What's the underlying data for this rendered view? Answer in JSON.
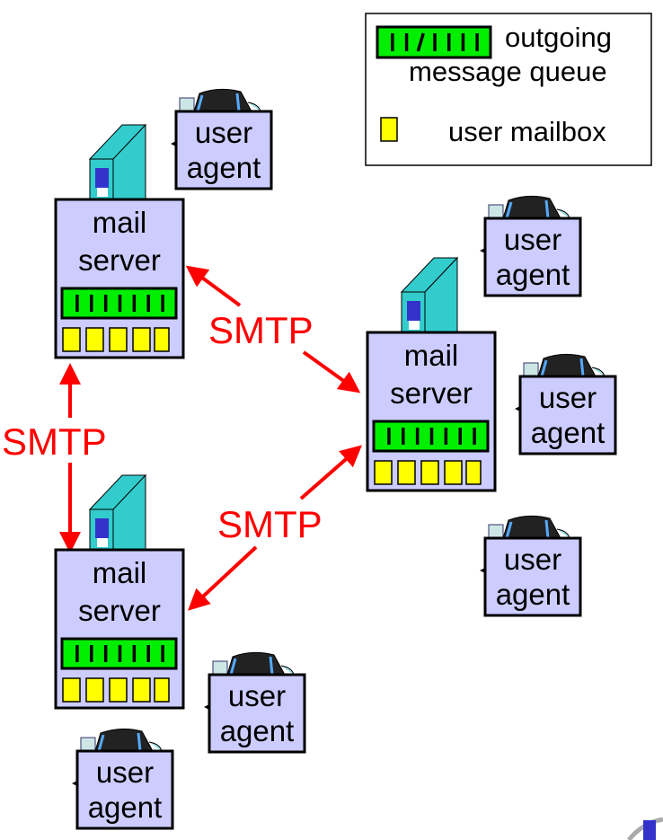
{
  "diagram": {
    "title": "Electronic mail: mail servers, user agents and SMTP",
    "colors": {
      "server_fill": "#ccccff",
      "queue_fill": "#00ee00",
      "mailbox_fill": "#ffff00",
      "smtp_red": "#ff0000",
      "tower_teal": "#33cccc",
      "tower_blue": "#3333cc"
    },
    "legend": {
      "queue_label_line1": "outgoing",
      "queue_label_line2": "message queue",
      "mailbox_label": "user mailbox"
    },
    "mail_servers": [
      {
        "id": "server-top-left",
        "line1": "mail",
        "line2": "server",
        "queue_slots": 7,
        "mailboxes": 5
      },
      {
        "id": "server-right",
        "line1": "mail",
        "line2": "server",
        "queue_slots": 7,
        "mailboxes": 5
      },
      {
        "id": "server-bottom-left",
        "line1": "mail",
        "line2": "server",
        "queue_slots": 7,
        "mailboxes": 5
      }
    ],
    "user_agents": [
      {
        "id": "ua-1",
        "line1": "user",
        "line2": "agent",
        "server": "server-top-left"
      },
      {
        "id": "ua-2",
        "line1": "user",
        "line2": "agent",
        "server": "server-right"
      },
      {
        "id": "ua-3",
        "line1": "user",
        "line2": "agent",
        "server": "server-right"
      },
      {
        "id": "ua-4",
        "line1": "user",
        "line2": "agent",
        "server": "server-right"
      },
      {
        "id": "ua-5",
        "line1": "user",
        "line2": "agent",
        "server": "server-bottom-left"
      },
      {
        "id": "ua-6",
        "line1": "user",
        "line2": "agent",
        "server": "server-bottom-left"
      }
    ],
    "links": [
      {
        "from": "server-top-left",
        "to": "server-right",
        "label": "SMTP"
      },
      {
        "from": "server-top-left",
        "to": "server-bottom-left",
        "label": "SMTP"
      },
      {
        "from": "server-bottom-left",
        "to": "server-right",
        "label": "SMTP"
      }
    ]
  }
}
